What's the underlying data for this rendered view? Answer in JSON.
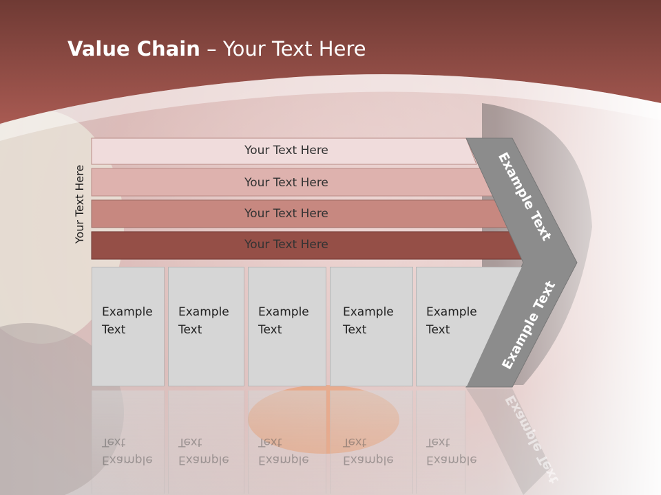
{
  "title": {
    "bold": "Value Chain",
    "dash": " – ",
    "rest": "Your Text Here"
  },
  "side_label": "Your Text Here",
  "bars": [
    {
      "label": "Your Text Here"
    },
    {
      "label": "Your Text Here"
    },
    {
      "label": "Your Text Here"
    },
    {
      "label": "Your Text Here"
    }
  ],
  "boxes": [
    {
      "line1": "Example",
      "line2": "Text"
    },
    {
      "line1": "Example",
      "line2": "Text"
    },
    {
      "line1": "Example",
      "line2": "Text"
    },
    {
      "line1": "Example",
      "line2": "Text"
    },
    {
      "line1": "Example",
      "line2": "Text"
    }
  ],
  "chevron": {
    "upper": "Example Text",
    "lower": "Example Text"
  },
  "colors": {
    "header": "#8e4a43",
    "bar1": "#f0dcdc",
    "bar2": "#deb2ae",
    "bar3": "#c78880",
    "bar4": "#954f47",
    "chevron": "#8c8c8c",
    "box": "#d6d6d6"
  }
}
